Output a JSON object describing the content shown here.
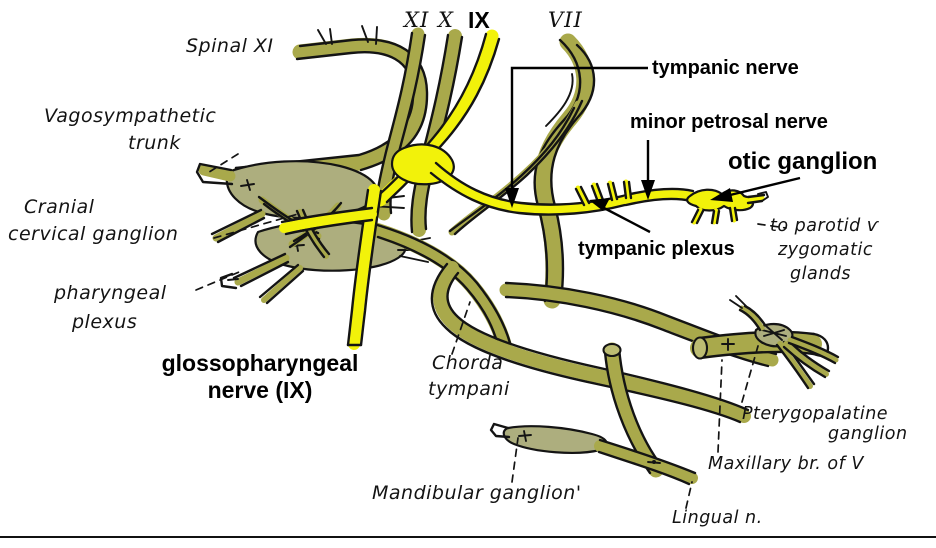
{
  "figure": {
    "title": "Glossopharyngeal nerve (IX) and associated autonomic ganglia",
    "colors": {
      "nerve_yellow": "#F2F20A",
      "nerve_olive": "#A9A94B",
      "nerve_olive_light": "#BCBC72",
      "ganglion_fill": "#ADAE7E",
      "outline": "#141414",
      "label_text": "#131313",
      "callout_text": "#000000",
      "background": "#FFFFFF"
    }
  },
  "roman_numerals": [
    {
      "id": "xi",
      "label": "XI",
      "style": "italic-serif"
    },
    {
      "id": "x",
      "label": "X",
      "style": "italic-serif"
    },
    {
      "id": "ix",
      "label": "IX",
      "style": "bold-sans"
    },
    {
      "id": "vii",
      "label": "VII",
      "style": "italic-serif"
    }
  ],
  "cursive_labels": [
    {
      "id": "spinal-xi",
      "lines": [
        "Spinal XI"
      ]
    },
    {
      "id": "vagosympathetic-trunk",
      "lines": [
        "Vagosympathetic",
        "trunk"
      ]
    },
    {
      "id": "cranial-cervical-ganglion",
      "lines": [
        "Cranial",
        "cervical ganglion"
      ]
    },
    {
      "id": "pharyngeal-plexus",
      "lines": [
        "pharyngeal",
        "plexus"
      ]
    },
    {
      "id": "chorda-tympani",
      "lines": [
        "Chorda",
        "tympani"
      ]
    },
    {
      "id": "mandibular-ganglion",
      "lines": [
        "Mandibular ganglion'"
      ]
    },
    {
      "id": "to-parotid",
      "lines": [
        "to parotid ѵ",
        "zygomatic",
        "glands"
      ]
    },
    {
      "id": "pterygopalatine-ganglion",
      "lines": [
        "Pterygopalatine",
        "ganglion"
      ]
    },
    {
      "id": "maxillary-branch",
      "lines": [
        "Maxillary br. of V"
      ]
    },
    {
      "id": "lingual-nerve",
      "lines": [
        "Lingual n."
      ]
    }
  ],
  "callout_labels": [
    {
      "id": "tympanic-nerve",
      "lines": [
        "tympanic nerve"
      ],
      "weight": "bold"
    },
    {
      "id": "minor-petrosal-nerve",
      "lines": [
        "minor petrosal nerve"
      ],
      "weight": "bold"
    },
    {
      "id": "otic-ganglion",
      "lines": [
        "otic ganglion"
      ],
      "weight": "bold"
    },
    {
      "id": "tympanic-plexus",
      "lines": [
        "tympanic plexus"
      ],
      "weight": "bold"
    },
    {
      "id": "glossopharyngeal-nerve",
      "lines": [
        "glossopharyngeal",
        "nerve (IX)"
      ],
      "weight": "bold"
    }
  ]
}
